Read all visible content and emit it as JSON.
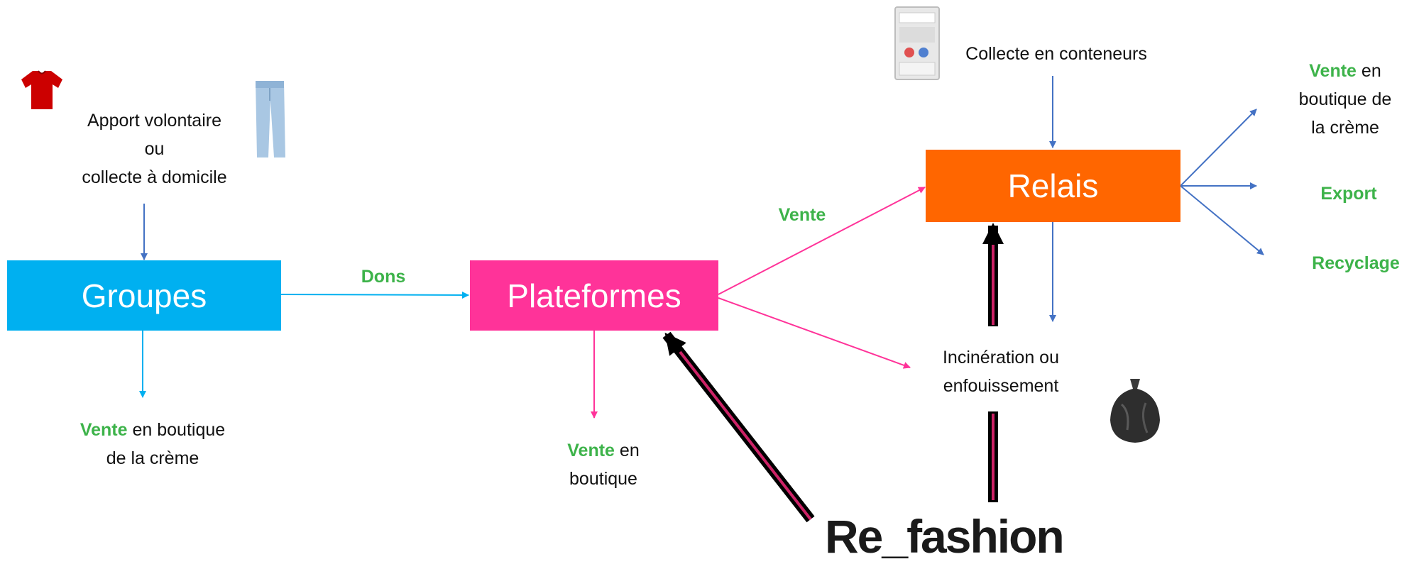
{
  "nodes": {
    "groupes": "Groupes",
    "plateformes": "Plateformes",
    "relais": "Relais"
  },
  "labels": {
    "apport_1": "Apport volontaire",
    "apport_2": "ou",
    "apport_3": "collecte à domicile",
    "collecte_conteneurs": "Collecte en conteneurs",
    "dons": "Dons",
    "vente_relais": "Vente",
    "groupes_out_1_green": "Vente",
    "groupes_out_1_rest": " en boutique",
    "groupes_out_2": "de la crème",
    "plateformes_out_1_green": "Vente",
    "plateformes_out_1_rest": " en",
    "plateformes_out_2": "boutique",
    "incineration_1": "Incinération ou",
    "incineration_2": "enfouissement",
    "relais_out_a_green": "Vente",
    "relais_out_a_rest": " en",
    "relais_out_a_2": "boutique de",
    "relais_out_a_3": "la crème",
    "export": "Export",
    "recyclage": "Recyclage"
  },
  "logo": "Re_fashion",
  "colors": {
    "groupes": "#00b0f0",
    "plateformes": "#ff3399",
    "relais": "#ff6600",
    "blue_arrow": "#4472c4",
    "green_text": "#3db34a",
    "black_arrow": "#000000"
  },
  "icons": [
    "tshirt-icon",
    "jeans-icon",
    "container-icon",
    "trash-bag-icon"
  ]
}
